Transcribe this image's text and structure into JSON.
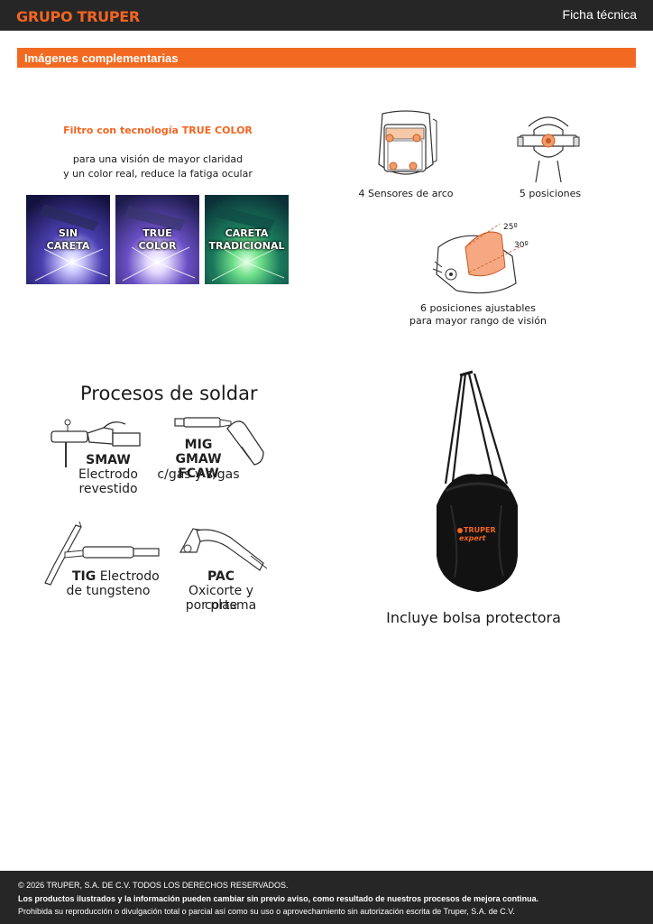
{
  "header": {
    "brand": "GRUPO TRUPER",
    "doc_type": "Ficha técnica"
  },
  "section": {
    "title": "Imágenes complementarias"
  },
  "filter": {
    "title": "Filtro con tecnología TRUE COLOR",
    "line1": "para una visión de mayor claridad",
    "line2": "y un color real, reduce la fatiga ocular",
    "photos": [
      {
        "line1": "SIN",
        "line2": "CARETA"
      },
      {
        "line1": "TRUE",
        "line2": "COLOR"
      },
      {
        "line1": "CARETA",
        "line2": "TRADICIONAL"
      }
    ]
  },
  "features": {
    "sensors": "4 Sensores de arco",
    "positions": "5 posiciones",
    "angle1": "25º",
    "angle2": "30º",
    "adjust_line1": "6  posiciones ajustables",
    "adjust_line2": "para mayor rango de visión"
  },
  "processes": {
    "title": "Procesos de soldar",
    "smaw": {
      "name": "SMAW",
      "line1": "Electrodo",
      "line2": "revestido"
    },
    "mig": {
      "name1": "MIG",
      "name2": "GMAW FCAW",
      "line1": "c/gas y s/gas"
    },
    "tig": {
      "name": "TIG",
      "line1": " Electrodo",
      "line2": "de tungsteno"
    },
    "pac": {
      "name": "PAC",
      "line1": "Oxicorte y corte",
      "line2": "por plasma"
    }
  },
  "bag": {
    "logo1": "TRUPER",
    "logo2": "expert",
    "caption": "Incluye bolsa protectora"
  },
  "colors": {
    "accent": "#f26a21",
    "dark": "#262626"
  },
  "footer": {
    "copyright": "© 2026 TRUPER, S.A. DE C.V. TODOS LOS DERECHOS RESERVADOS.",
    "notice": "Los productos ilustrados y la información pueden cambiar sin previo aviso, como resultado de nuestros procesos de mejora continua.",
    "prohibition": "Prohibida su reproducción o divulgación total o parcial así como su uso o aprovechamiento sin autorización escrita de Truper, S.A. de C.V."
  }
}
